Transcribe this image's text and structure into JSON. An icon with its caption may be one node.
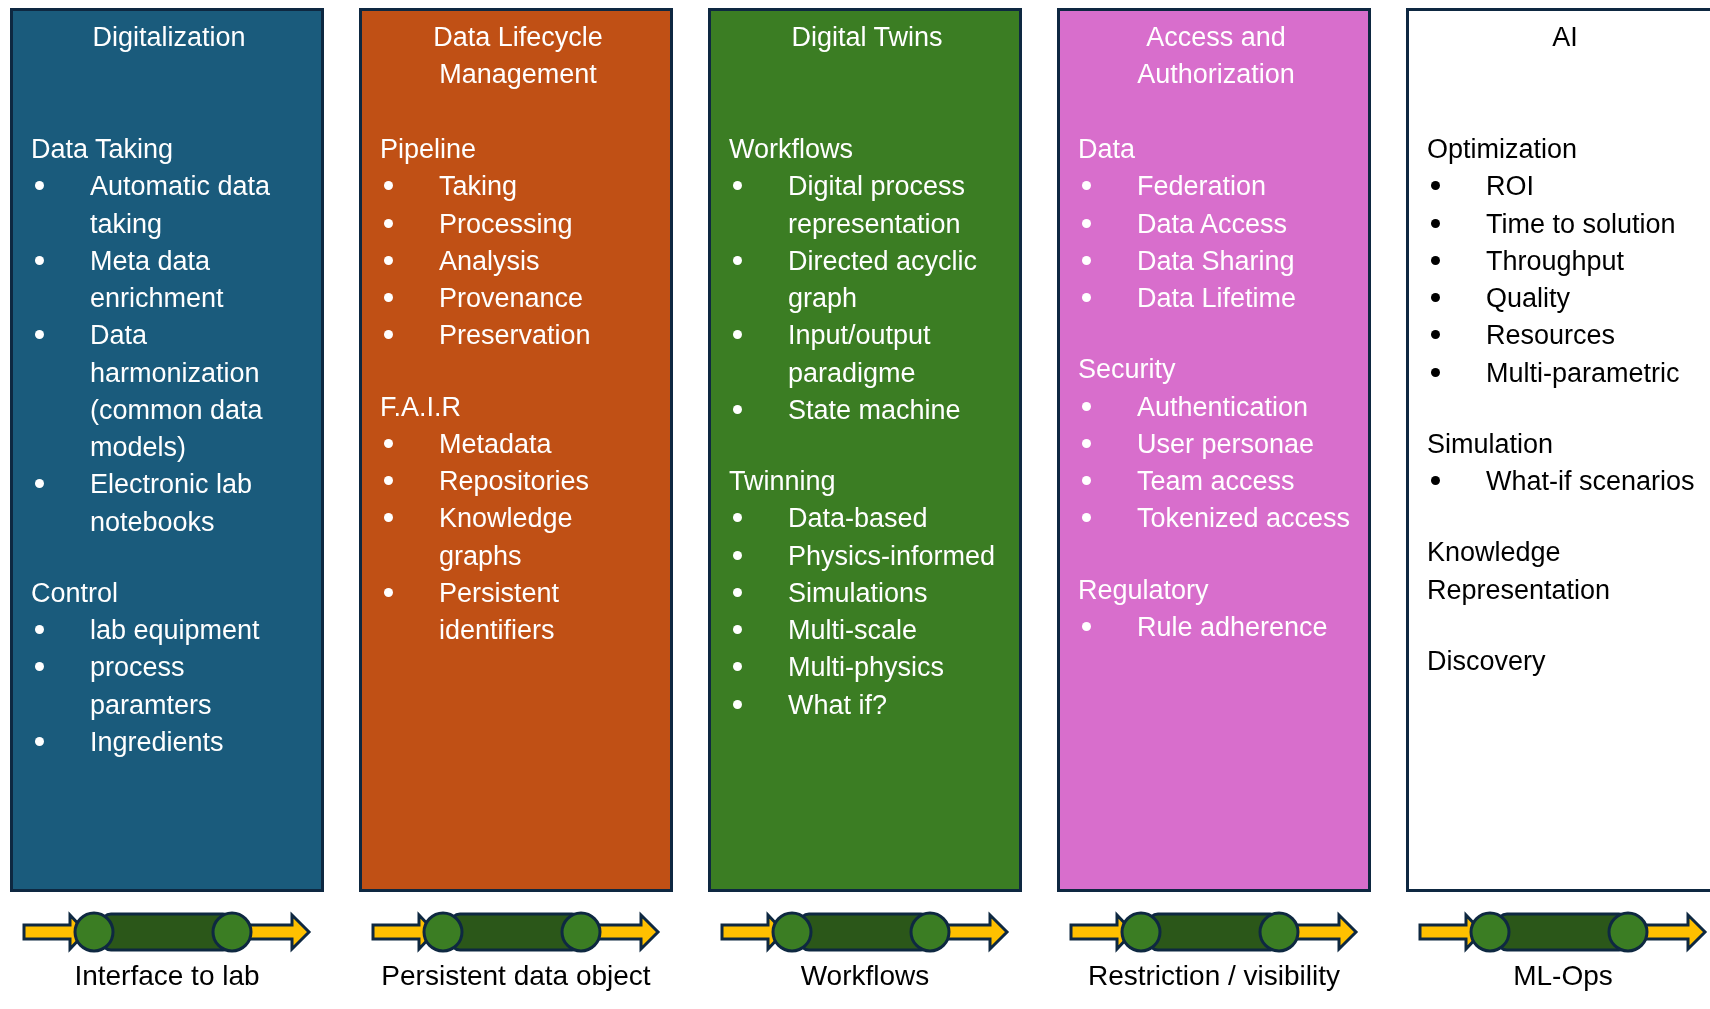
{
  "diagram": {
    "nodes": [
      {
        "text": [
          "Digitalization"
        ],
        "beside": [
          "Interface to lab"
        ]
      },
      {
        "text": [
          "Data Taking",
          "Automatic data taking",
          "Meta data enrichment",
          "Data harmonization (common data models)",
          "Electronic lab notebooks"
        ],
        "in": 0
      },
      {
        "text": [
          "Control",
          "lab equipment",
          "process paramters",
          "Ingredients"
        ],
        "in": 0
      },
      {
        "text": [
          "Data Lifecycle Management"
        ],
        "beside": [
          "Persistent data object"
        ]
      },
      {
        "text": [
          "Pipeline",
          "Taking",
          "Processing",
          "Analysis",
          "Provenance",
          "Preservation"
        ],
        "in": 3
      },
      {
        "text": [
          "F.A.I.R",
          "Metadata",
          "Repositories",
          "Knowledge graphs",
          "Persistent identifiers"
        ],
        "in": 3
      },
      {
        "text": [
          "Digital Twins"
        ],
        "beside": [
          "Workflows"
        ]
      },
      {
        "text": [
          "Workflows",
          "Digital process representation",
          "Directed acyclic graph",
          "Input/output paradigme",
          "State machine"
        ],
        "in": 6
      },
      {
        "text": [
          "Twinning",
          "Data-based",
          "Physics-informed",
          "Simulations",
          "Multi-scale",
          "Multi-physics",
          "What if?"
        ],
        "in": 6
      },
      {
        "text": [
          "Access and Authorization"
        ],
        "beside": [
          "Restriction / visibility"
        ]
      },
      {
        "text": [
          "Data",
          "Federation",
          "Data Access",
          "Data Sharing",
          "Data Lifetime"
        ],
        "in": 9
      },
      {
        "text": [
          "Security",
          "Authentication",
          "User personae",
          "Team access",
          "Tokenized access"
        ],
        "in": 9
      },
      {
        "text": [
          "Regulatory",
          "Rule adherence"
        ],
        "in": 9
      },
      {
        "text": [
          "AI"
        ],
        "beside": [
          "ML-Ops"
        ]
      },
      {
        "text": [
          "Optimization",
          "ROI",
          "Time to solution",
          "Throughput",
          "Quality",
          "Resources",
          "Multi-parametric"
        ],
        "in": 13
      },
      {
        "text": [
          "Simulation",
          "What-if scenarios"
        ],
        "in": 13
      },
      {
        "text": [
          "Knowledge Representation"
        ],
        "in": 13
      },
      {
        "text": [
          "Discovery"
        ],
        "in": 13
      }
    ]
  }
}
